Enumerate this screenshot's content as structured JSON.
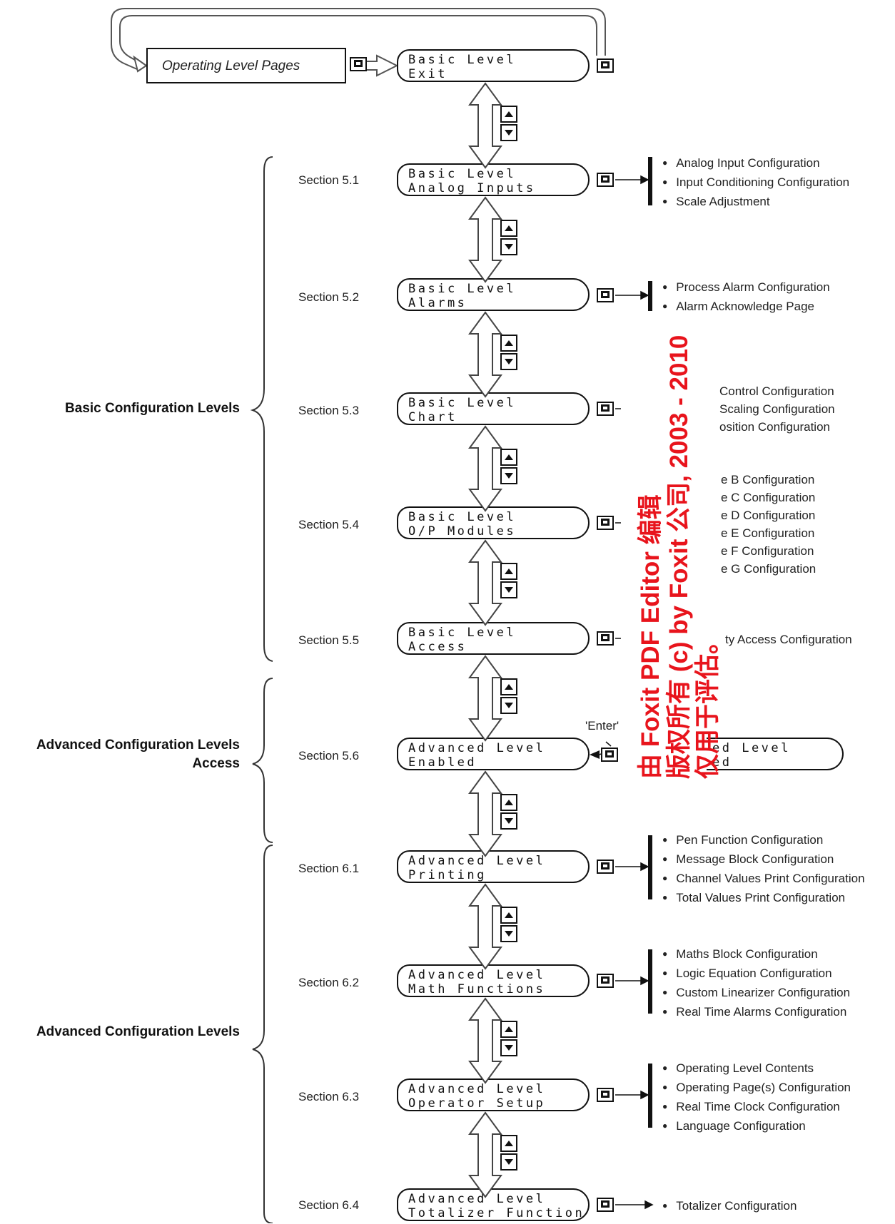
{
  "top": {
    "operating_label": "Operating Level Pages",
    "exit_line1": "Basic Level",
    "exit_line2": "Exit"
  },
  "group_labels": {
    "basic": "Basic Configuration Levels",
    "access_line1": "Advanced Configuration Levels",
    "access_line2": "Access",
    "advanced": "Advanced Configuration Levels"
  },
  "enter_label": "'Enter'",
  "levels": [
    {
      "section": "Section  5.1",
      "line1": "Basic Level",
      "line2": "Analog Inputs",
      "items": [
        "Analog Input Configuration",
        "Input Conditioning Configuration",
        "Scale Adjustment"
      ]
    },
    {
      "section": "Section 5.2",
      "line1": "Basic Level",
      "line2": "Alarms",
      "items": [
        "Process Alarm Configuration",
        "Alarm Acknowledge Page"
      ]
    },
    {
      "section": "Section 5.3",
      "line1": "Basic Level",
      "line2": "Chart",
      "fragments": [
        "Control Configuration",
        "Scaling Configuration",
        "osition Configuration"
      ]
    },
    {
      "section": "Section 5.4",
      "line1": "Basic Level",
      "line2": "O/P Modules",
      "fragments": [
        "e B Configuration",
        "e C Configuration",
        "e D Configuration",
        "e E Configuration",
        "e F Configuration",
        "e G Configuration"
      ]
    },
    {
      "section": "Section 5.5",
      "line1": "Basic Level",
      "line2": "Access",
      "fragments": [
        "ty Access Configuration"
      ]
    },
    {
      "section": "Section 5.6",
      "line1": "Advanced Level",
      "line2": "Enabled",
      "partial_line1": "ed Level",
      "partial_line2": "ed"
    },
    {
      "section": "Section 6.1",
      "line1": "Advanced Level",
      "line2": "Printing",
      "items": [
        "Pen Function Configuration",
        "Message Block Configuration",
        "Channel Values Print Configuration",
        "Total Values Print Configuration"
      ]
    },
    {
      "section": "Section 6.2",
      "line1": "Advanced Level",
      "line2": "Math Functions",
      "items": [
        "Maths Block Configuration",
        "Logic Equation Configuration",
        "Custom Linearizer Configuration",
        "Real Time Alarms Configuration"
      ]
    },
    {
      "section": "Section 6.3",
      "line1": "Advanced Level",
      "line2": "Operator Setup",
      "items": [
        "Operating Level Contents",
        "Operating Page(s) Configuration",
        "Real Time Clock Configuration",
        "Language Configuration"
      ]
    },
    {
      "section": "Section 6.4",
      "line1": "Advanced Level",
      "line2": "Totalizer Function",
      "items": [
        "Totalizer Configuration"
      ]
    }
  ],
  "watermark": {
    "line1": "由 Foxit PDF Editor 编辑",
    "line2": "版权所有 (c) by Foxit 公司, 2003 - 2010",
    "line3": "仅用于评估。",
    "color": "#e8141c"
  },
  "icons": {
    "enter_key": "enter-key-icon",
    "up_arrow": "up-arrow-key-icon",
    "down_arrow": "down-arrow-key-icon"
  }
}
